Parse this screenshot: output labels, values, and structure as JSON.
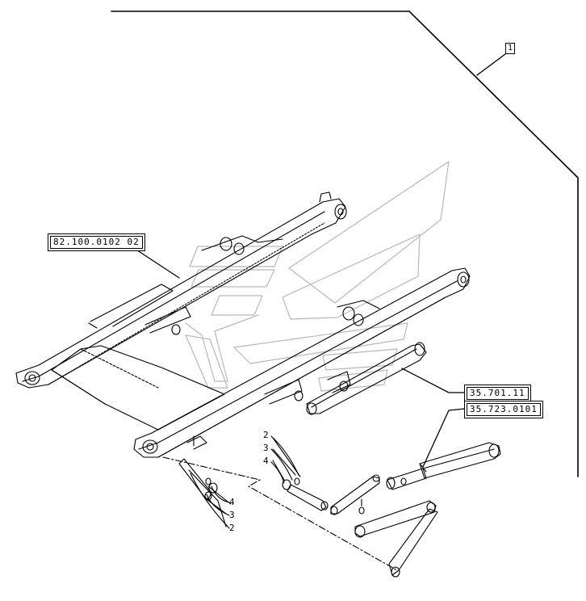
{
  "diagram": {
    "position_ref": "1",
    "references": {
      "frame": "82.100.0102 02",
      "cylinder_a": "35.701.11",
      "cylinder_b": "35.723.0101"
    },
    "left_callouts": [
      "4",
      "3",
      "2"
    ],
    "right_callouts": [
      "2",
      "3",
      "4"
    ]
  }
}
